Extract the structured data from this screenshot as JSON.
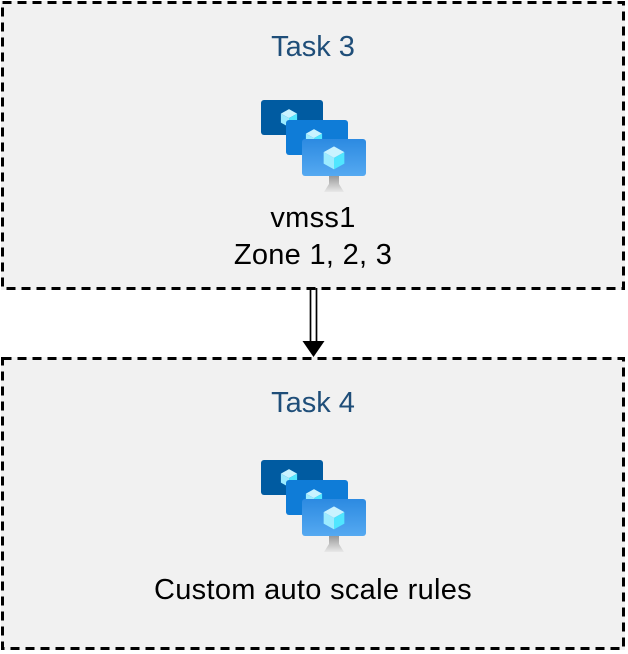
{
  "diagram": {
    "background_color": "#FFFFFF",
    "box_fill_color": "#F1F1F1",
    "box_border_color": "#000000",
    "box_border_style": "dashed",
    "title_color": "#1F4E79",
    "body_text_color": "#000000",
    "tasks": [
      {
        "title": "Task 3",
        "icon": "vm-scale-sets-icon",
        "lines": [
          "vmss1",
          "Zone 1, 2, 3"
        ]
      },
      {
        "title": "Task 4",
        "icon": "vm-scale-sets-icon",
        "lines": [
          "Custom auto scale rules"
        ]
      }
    ],
    "connector": {
      "type": "double-line-arrow",
      "direction": "down",
      "color": "#000000",
      "from": "Task 3",
      "to": "Task 4"
    }
  },
  "icon_colors": {
    "monitor_back": "#005BA1",
    "monitor_middle": "#0F7CD7",
    "monitor_front_top": "#2C8AE1",
    "monitor_front_bottom": "#55A9F1",
    "cube_top": "#C9F3FF",
    "cube_left": "#9CEBFF",
    "cube_right": "#50E6FF",
    "stand_top": "#9A9A9A",
    "stand_bottom": "#E8E8E8"
  }
}
